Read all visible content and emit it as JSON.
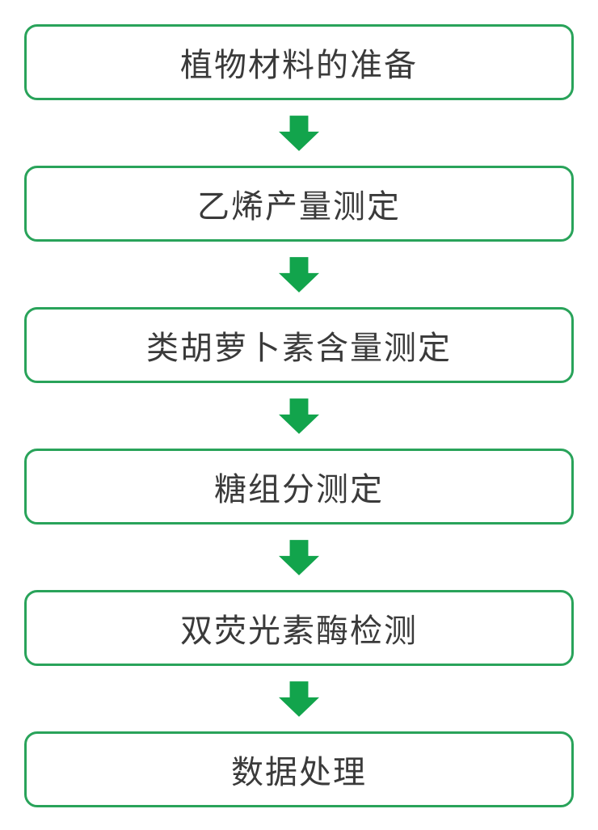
{
  "flowchart": {
    "type": "vertical-process-flow",
    "connector": "solid-block-down-arrow",
    "steps": [
      {
        "label": "植物材料的准备"
      },
      {
        "label": "乙烯产量测定"
      },
      {
        "label": "类胡萝卜素含量测定"
      },
      {
        "label": "糖组分测定"
      },
      {
        "label": "双荧光素酶检测"
      },
      {
        "label": "数据处理"
      }
    ]
  },
  "colors": {
    "box_border": "#29a35a",
    "arrow_fill": "#12a44c",
    "text": "#3a3a3a",
    "background": "#ffffff"
  }
}
